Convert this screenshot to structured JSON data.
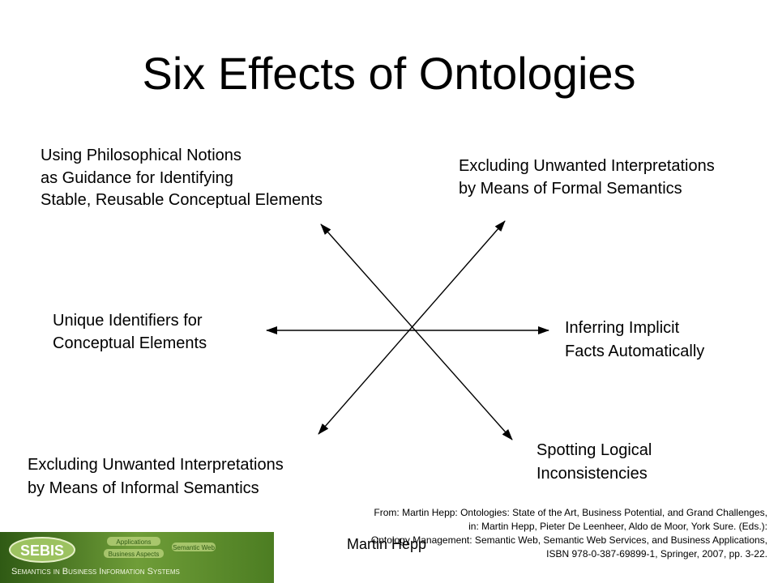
{
  "title": "Six Effects of Ontologies",
  "labels": {
    "top_left": [
      "Using Philosophical Notions",
      "as Guidance for Identifying",
      "Stable, Reusable Conceptual Elements"
    ],
    "top_right": [
      "Excluding Unwanted Interpretations",
      "by Means of Formal Semantics"
    ],
    "middle_left": [
      "Unique Identifiers for",
      "Conceptual Elements"
    ],
    "middle_right": [
      "Inferring Implicit",
      "Facts Automatically"
    ],
    "bottom_left": [
      "Excluding Unwanted Interpretations",
      "by Means of Informal Semantics"
    ],
    "bottom_right": [
      "Spotting Logical",
      "Inconsistencies"
    ]
  },
  "citation": [
    "From: Martin Hepp: Ontologies: State of the Art, Business Potential, and Grand Challenges,",
    "in: Martin Hepp, Pieter De Leenheer,  Aldo de Moor, York Sure. (Eds.):",
    "Ontology Management: Semantic Web, Semantic Web Services, and Business Applications,",
    "ISBN 978-0-387-69899-1,  Springer, 2007, pp. 3-22."
  ],
  "author": "Martin Hepp",
  "logo": {
    "name": "SEBIS",
    "tagline": "Semantics in Business Information Systems",
    "tags": [
      "Applications",
      "Business Aspects",
      "Semantic Web"
    ]
  },
  "colors": {
    "logo_green": "#5a8a2e",
    "logo_dark": "#2f5a14"
  }
}
